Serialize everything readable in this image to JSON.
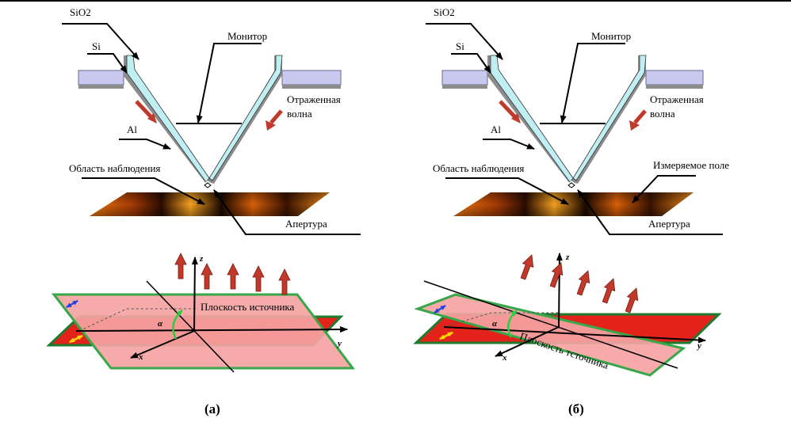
{
  "panel_a": {
    "labels": {
      "sio2": "SiO2",
      "si": "Si",
      "monitor": "Монитор",
      "reflected_line1": "Отраженная",
      "reflected_line2": "волна",
      "al": "Al",
      "observation": "Область наблюдения",
      "aperture": "Апертура"
    },
    "source_plane": "Плоскость источника",
    "axis_x": "x",
    "axis_y": "y",
    "axis_z": "z",
    "angle": "α",
    "caption": "(а)"
  },
  "panel_b": {
    "labels": {
      "sio2": "SiO2",
      "si": "Si",
      "monitor": "Монитор",
      "reflected_line1": "Отраженная",
      "reflected_line2": "волна",
      "al": "Al",
      "observation": "Область наблюдения",
      "measured_field": "Измеряемое поле",
      "aperture": "Апертура"
    },
    "source_plane": "Плоскость тсточника",
    "axis_x": "x",
    "axis_y": "y",
    "axis_z": "z",
    "angle": "α",
    "caption": "(б)"
  },
  "colors": {
    "substrate": "#c9c9f0",
    "substrate_edge": "#7a7aa0",
    "fiber_core": "#bfeff3",
    "fiber_coat": "#8c8c8c",
    "arrow_red": "#c0392b",
    "plane_pink": "#f5a3a3",
    "plane_red": "#e3231b",
    "plane_edge": "#37a84a",
    "field_dark": "#1a0a00",
    "field_orange": "#f07a12"
  }
}
